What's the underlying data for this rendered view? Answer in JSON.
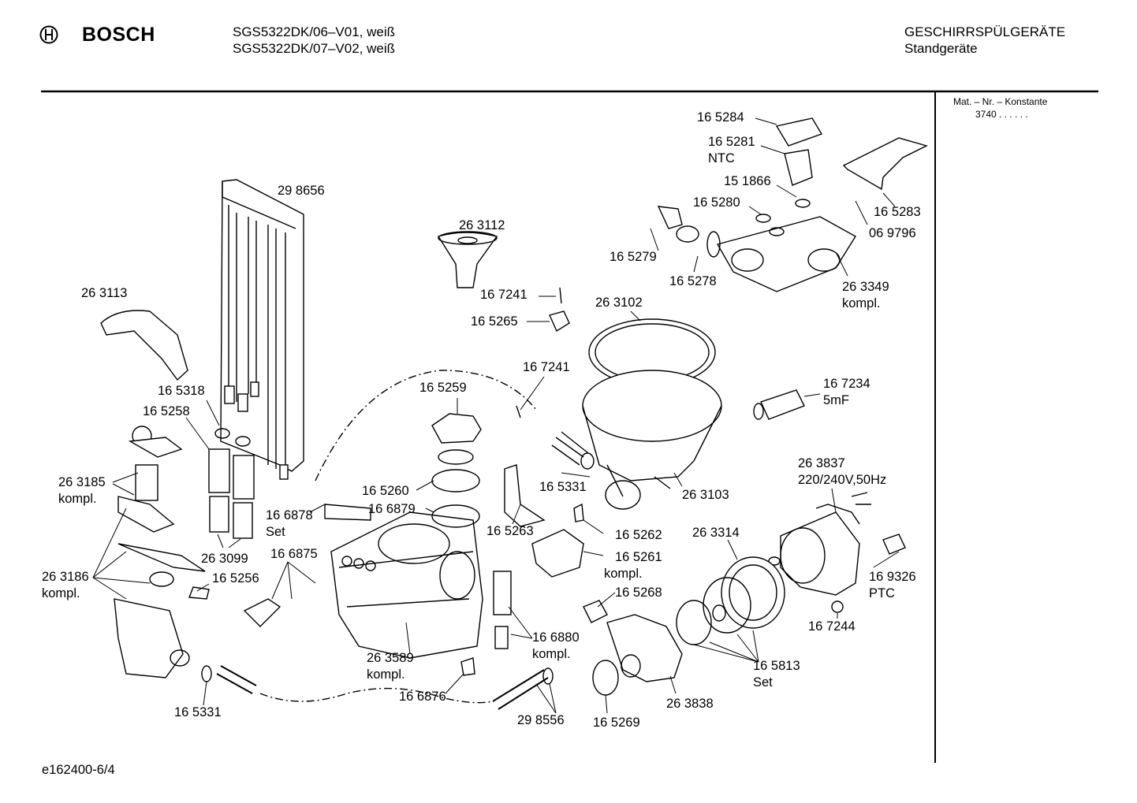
{
  "header": {
    "brand": "BOSCH",
    "model_line1": "SGS5322DK/06–V01, weiß",
    "model_line2": "SGS5322DK/07–V02, weiß",
    "category_line1": "GESCHIRRSPÜLGERÄTE",
    "category_line2": "Standgeräte"
  },
  "sidebar": {
    "mat_label": "Mat. – Nr. – Konstante",
    "mat_value": "3740  .  .  .  .  .  ."
  },
  "footer": {
    "doc_id": "e162400-6/4"
  },
  "labels": {
    "p165284": "16 5284",
    "p165281": "16 5281",
    "ntc": "NTC",
    "p151866": "15 1866",
    "p165280": "16 5280",
    "p165283": "16 5283",
    "p069796": "06 9796",
    "p165279": "16 5279",
    "p165278": "16 5278",
    "p263349": "26 3349",
    "p263349k": "kompl.",
    "p298656": "29 8656",
    "p263112": "26 3112",
    "p263113": "26 3113",
    "p167241a": "16 7241",
    "p165265": "16 5265",
    "p263102": "26 3102",
    "p167241b": "16 7241",
    "p167234": "16 7234",
    "p167234b": "5mF",
    "p165318": "16 5318",
    "p165258": "16 5258",
    "p165259": "16 5259",
    "p263185": "26 3185",
    "p263185k": "kompl.",
    "p165331a": "16 5331",
    "p263837": "26 3837",
    "p263837b": "220/240V,50Hz",
    "p166878": "16 6878",
    "p166878b": "Set",
    "p165260": "16 5260",
    "p166879": "16 6879",
    "p263103": "26 3103",
    "p165263": "16 5263",
    "p165262": "16 5262",
    "p263314": "26 3314",
    "p263099": "26 3099",
    "p166875": "16 6875",
    "p165261": "16 5261",
    "p165261k": "kompl.",
    "p263186": "26 3186",
    "p263186k": "kompl.",
    "p165256": "16 5256",
    "p165268": "16 5268",
    "p169326": "16 9326",
    "p169326b": "PTC",
    "p167244": "16 7244",
    "p166880": "16 6880",
    "p166880k": "kompl.",
    "p263589": "26 3589",
    "p263589k": "kompl.",
    "p165813": "16 5813",
    "p165813b": "Set",
    "p166876": "16 6876",
    "p263838": "26 3838",
    "p165331b": "16 5331",
    "p298556": "29 8556",
    "p165269": "16 5269"
  }
}
